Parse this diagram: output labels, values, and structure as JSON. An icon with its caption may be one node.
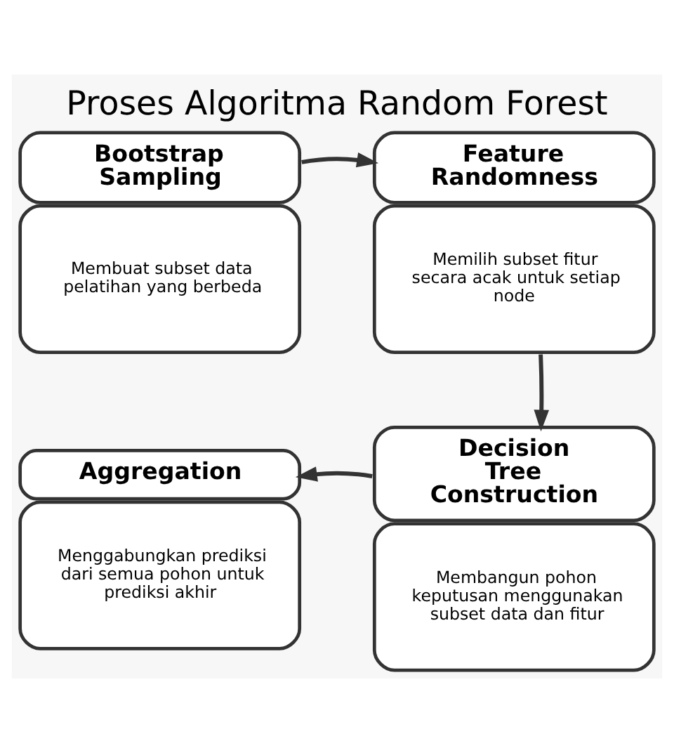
{
  "diagram": {
    "title": "Proses Algoritma Random Forest",
    "nodes": [
      {
        "text": [
          "Bootstrap Sampling",
          "Membuat subset data pelatihan yang berbeda"
        ]
      },
      {
        "text": [
          "Feature Randomness",
          "Memilih subset fitur secara acak untuk setiap node"
        ]
      },
      {
        "text": [
          "Aggregation",
          "Menggabungkan prediksi dari semua pohon untuk prediksi akhir"
        ]
      },
      {
        "text": [
          "Decision Tree Construction",
          "Membangun pohon keputusan menggunakan subset data dan fitur"
        ]
      }
    ],
    "edges": [
      {
        "from": 0,
        "to": 1,
        "arrow": "to"
      },
      {
        "from": 1,
        "to": 3,
        "arrow": "to"
      },
      {
        "from": 3,
        "to": 2,
        "arrow": "to"
      }
    ]
  }
}
